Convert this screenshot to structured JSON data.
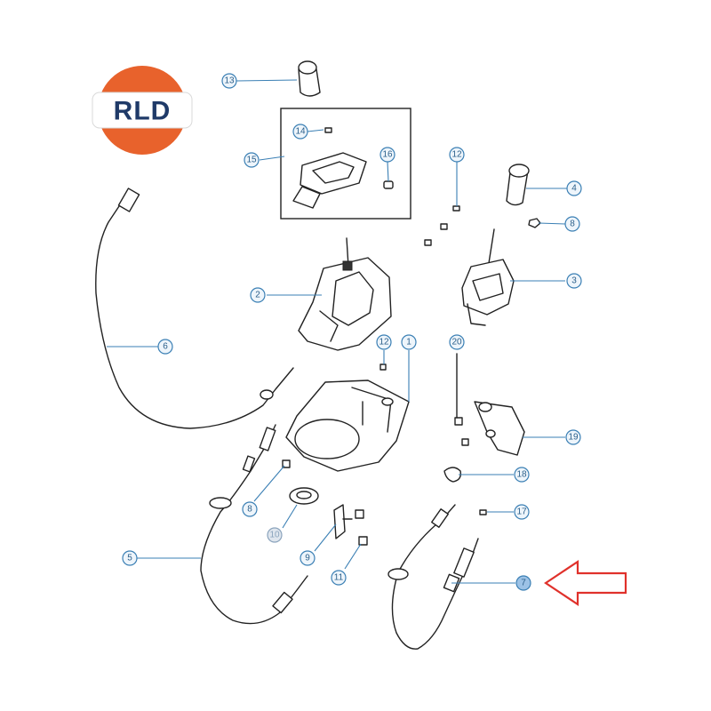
{
  "logo": {
    "text": "RLD",
    "colors": {
      "ring": "#e8622c",
      "band": "#ffffff",
      "text": "#1f3a68"
    }
  },
  "callouts": [
    {
      "id": "c13",
      "label": "13"
    },
    {
      "id": "c14",
      "label": "14"
    },
    {
      "id": "c15",
      "label": "15"
    },
    {
      "id": "c16",
      "label": "16"
    },
    {
      "id": "c12a",
      "label": "12"
    },
    {
      "id": "c4",
      "label": "4"
    },
    {
      "id": "c8a",
      "label": "8"
    },
    {
      "id": "c2",
      "label": "2"
    },
    {
      "id": "c3",
      "label": "3"
    },
    {
      "id": "c6",
      "label": "6"
    },
    {
      "id": "c12b",
      "label": "12"
    },
    {
      "id": "c1",
      "label": "1"
    },
    {
      "id": "c20",
      "label": "20"
    },
    {
      "id": "c19",
      "label": "19"
    },
    {
      "id": "c18",
      "label": "18"
    },
    {
      "id": "c8b",
      "label": "8"
    },
    {
      "id": "c17",
      "label": "17"
    },
    {
      "id": "c10",
      "label": "10"
    },
    {
      "id": "c9",
      "label": "9"
    },
    {
      "id": "c5",
      "label": "5"
    },
    {
      "id": "c11",
      "label": "11"
    },
    {
      "id": "c7",
      "label": "7"
    }
  ],
  "highlight": {
    "callout": "7",
    "arrow_color": "#e0312b"
  }
}
